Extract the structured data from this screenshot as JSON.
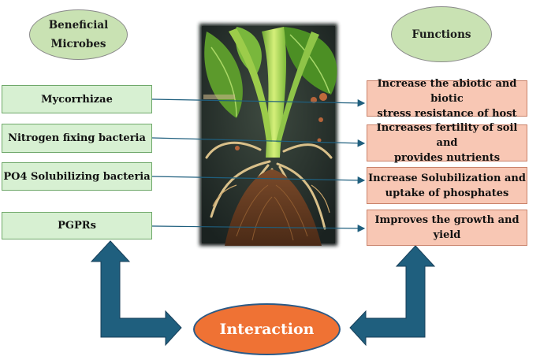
{
  "headers": {
    "left": [
      "Beneficial",
      "Microbes"
    ],
    "right": "Functions"
  },
  "microbes": [
    "Mycorrhizae",
    "Nitrogen fixing bacteria",
    "PO4 Solubilizing bacteria",
    "PGPRs"
  ],
  "functions": [
    [
      "Increase the abiotic and biotic",
      "stress resistance of host"
    ],
    [
      "Increases fertility of soil and",
      "provides nutrients"
    ],
    [
      "Increase Solubilization and",
      "uptake of phosphates"
    ],
    [
      "Improves the growth and yield"
    ]
  ],
  "interaction": "Interaction",
  "colors": {
    "header_fill": "#c9e2b3",
    "microbe_fill": "#d7f0d2",
    "function_fill": "#f8c7b4",
    "interaction_fill": "#ef7234",
    "arrow": "#1f5f7e"
  },
  "image": {
    "subject": "plant roots with soil"
  }
}
